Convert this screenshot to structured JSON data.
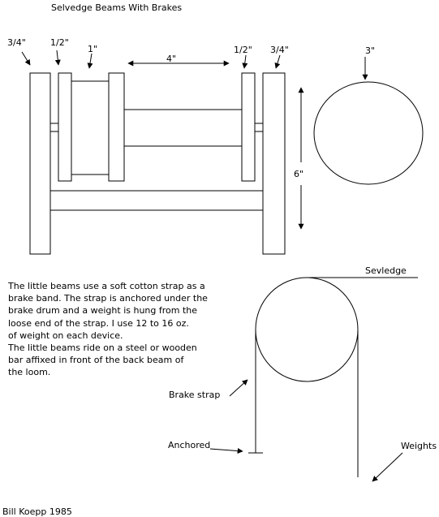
{
  "title": "Selvedge Beams With Brakes",
  "dimensions": {
    "three_quarter_left": "3/4\"",
    "half_left": "1/2\"",
    "one_inch": "1\"",
    "four_inch": "4\"",
    "half_right": "1/2\"",
    "three_quarter_right": "3/4\"",
    "three_inch": "3\"",
    "six_inch": "6\""
  },
  "description_lines": [
    "The little beams use a soft cotton strap as a",
    "brake band. The strap is anchored under the",
    "brake drum and a weight is hung from the",
    "loose end of the strap. I use 12 to 16 oz.",
    "of weight on each device.",
    "The little beams ride on a steel or wooden",
    "bar affixed in front of the back beam of",
    "the loom."
  ],
  "brake_labels": {
    "selvedge": "Sevledge",
    "brake_strap": "Brake strap",
    "anchored": "Anchored",
    "weights": "Weights"
  },
  "credit": "Bill Koepp  1985"
}
